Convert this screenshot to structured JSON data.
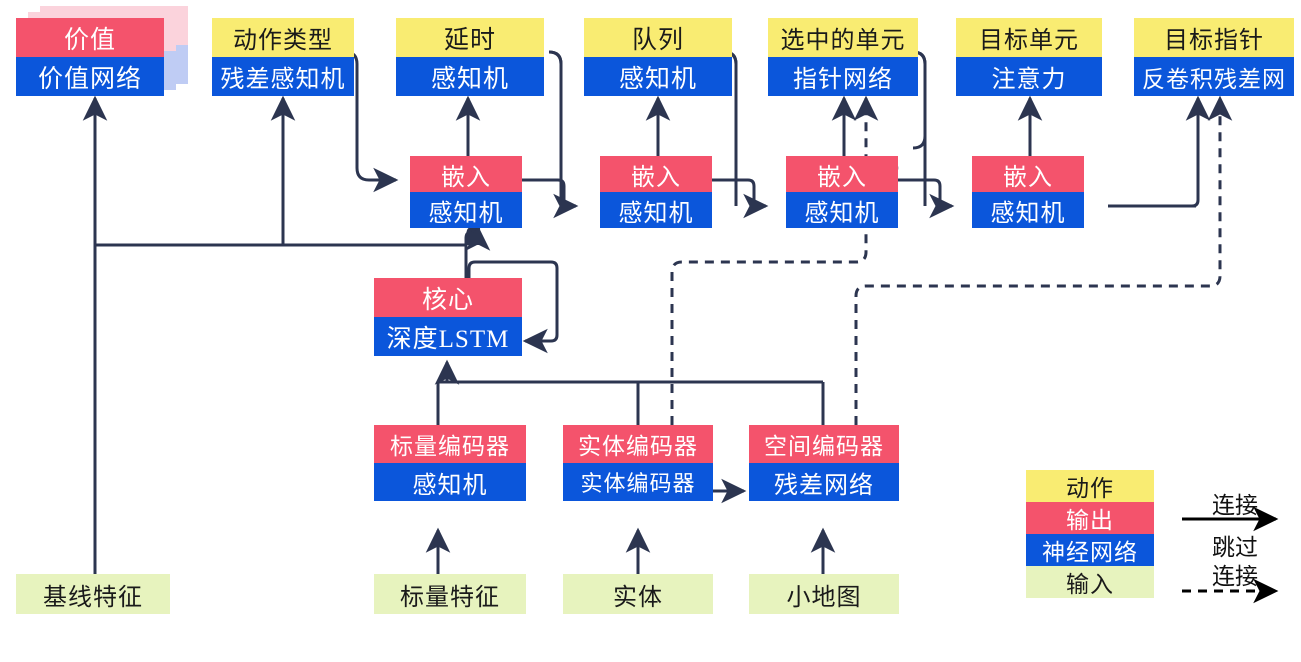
{
  "diagram": {
    "title": "AlphaStar-style agent network architecture",
    "colors": {
      "action": "#F9EC72",
      "output": "#F4536C",
      "network": "#0B56DB",
      "input": "#E7F3BE",
      "wire": "#2C3550",
      "legend_arrow": "#000000"
    },
    "nodes": {
      "value": {
        "top": "价值",
        "bottom": "价值网络"
      },
      "action_type": {
        "top": "动作类型",
        "bottom": "残差感知机"
      },
      "delay": {
        "top": "延时",
        "bottom": "感知机"
      },
      "queue": {
        "top": "队列",
        "bottom": "感知机"
      },
      "selected": {
        "top": "选中的单元",
        "bottom": "指针网络"
      },
      "target_unit": {
        "top": "目标单元",
        "bottom": "注意力"
      },
      "target_point": {
        "top": "目标指针",
        "bottom": "反卷积残差网"
      },
      "embed1": {
        "top": "嵌入",
        "bottom": "感知机"
      },
      "embed2": {
        "top": "嵌入",
        "bottom": "感知机"
      },
      "embed3": {
        "top": "嵌入",
        "bottom": "感知机"
      },
      "embed4": {
        "top": "嵌入",
        "bottom": "感知机"
      },
      "core": {
        "top": "核心",
        "bottom": "深度LSTM"
      },
      "scalar_enc": {
        "top": "标量编码器",
        "bottom": "感知机"
      },
      "entity_enc": {
        "top": "实体编码器",
        "bottom": "实体编码器"
      },
      "spatial_enc": {
        "top": "空间编码器",
        "bottom": "残差网络"
      },
      "baseline_feat": {
        "label": "基线特征"
      },
      "scalar_feat": {
        "label": "标量特征"
      },
      "entities": {
        "label": "实体"
      },
      "minimap": {
        "label": "小地图"
      }
    },
    "legend": {
      "swatches": [
        {
          "key": "action",
          "label": "动作"
        },
        {
          "key": "output",
          "label": "输出"
        },
        {
          "key": "network",
          "label": "神经网络"
        },
        {
          "key": "input",
          "label": "输入"
        }
      ],
      "connection_label": "连接",
      "skip_label_line1": "跳过",
      "skip_label_line2": "连接"
    }
  }
}
